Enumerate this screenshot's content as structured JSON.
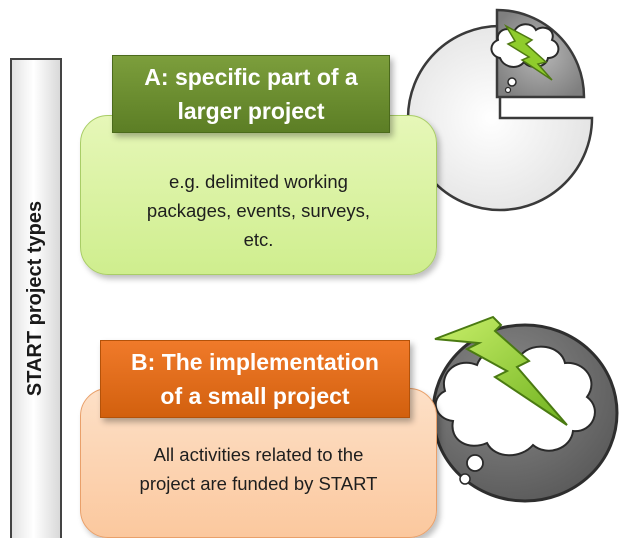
{
  "sidebar": {
    "label": "START project types"
  },
  "type_a": {
    "title": "A: specific part of a\nlarger project",
    "description": "e.g. delimited working\npackages, events, surveys,\netc."
  },
  "type_b": {
    "title": "B: The implementation\nof a small project",
    "description": "All activities related to the\nproject are funded by START"
  },
  "colors": {
    "a_title_bg": "#6e8f2e",
    "a_box_bg": "#d9f3a1",
    "b_title_bg": "#e86c1a",
    "b_box_bg": "#fcd4b2",
    "lightning": "#9bd43a",
    "pie_gray": "#9a9a9a"
  },
  "icons": [
    "pie-chart-icon",
    "thought-cloud-lightning-icon"
  ]
}
